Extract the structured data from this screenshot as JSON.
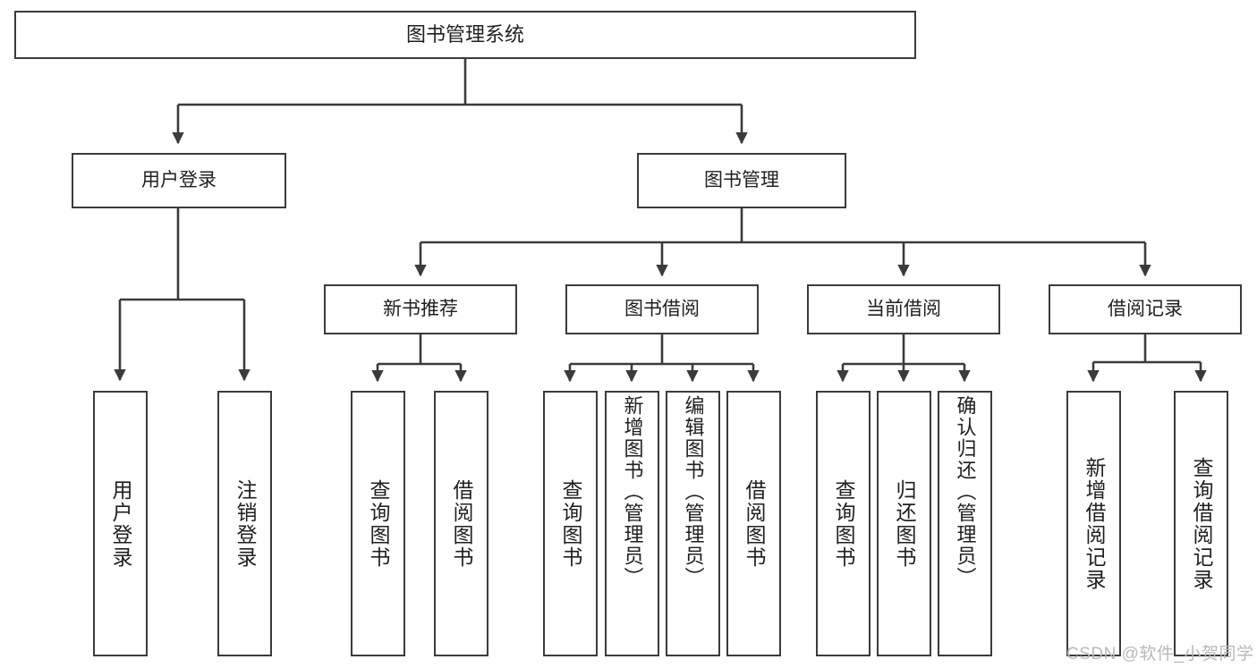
{
  "diagram": {
    "title": "图书管理系统",
    "type": "hierarchy-tree",
    "watermark": "CSDN @软件_小贺同学",
    "colors": {
      "stroke": "#3b3b3b",
      "fill": "#ffffff",
      "text": "#1f1f1f",
      "watermark": "#b9b9b9"
    },
    "levels": {
      "root": "图书管理系统",
      "level2": [
        "用户登录",
        "图书管理"
      ],
      "level3": [
        "新书推荐",
        "图书借阅",
        "当前借阅",
        "借阅记录"
      ]
    },
    "nodes": {
      "root": "图书管理系统",
      "user_login": "用户登录",
      "book_manage": "图书管理",
      "new_book_rec": "新书推荐",
      "book_borrow": "图书借阅",
      "current_borrow": "当前借阅",
      "borrow_record": "借阅记录",
      "leaf_user_login": "用户登录",
      "leaf_logout": "注销登录",
      "leaf_query_book_1": "查询图书",
      "leaf_borrow_book_1": "借阅图书",
      "leaf_query_book_2": "查询图书",
      "leaf_add_book": "新增图书（管理员）",
      "leaf_edit_book": "编辑图书（管理员）",
      "leaf_borrow_book_2": "借阅图书",
      "leaf_query_book_3": "查询图书",
      "leaf_return_book": "归还图书",
      "leaf_confirm_return": "确认归还（管理员）",
      "leaf_add_record": "新增借阅记录",
      "leaf_query_record": "查询借阅记录"
    },
    "tree": [
      {
        "label": "图书管理系统",
        "children": [
          {
            "label": "用户登录",
            "children": [
              {
                "label": "用户登录",
                "children": []
              },
              {
                "label": "注销登录",
                "children": []
              }
            ]
          },
          {
            "label": "图书管理",
            "children": [
              {
                "label": "新书推荐",
                "children": [
                  {
                    "label": "查询图书",
                    "children": []
                  },
                  {
                    "label": "借阅图书",
                    "children": []
                  }
                ]
              },
              {
                "label": "图书借阅",
                "children": [
                  {
                    "label": "查询图书",
                    "children": []
                  },
                  {
                    "label": "新增图书（管理员）",
                    "children": []
                  },
                  {
                    "label": "编辑图书（管理员）",
                    "children": []
                  },
                  {
                    "label": "借阅图书",
                    "children": []
                  }
                ]
              },
              {
                "label": "当前借阅",
                "children": [
                  {
                    "label": "查询图书",
                    "children": []
                  },
                  {
                    "label": "归还图书",
                    "children": []
                  },
                  {
                    "label": "确认归还（管理员）",
                    "children": []
                  }
                ]
              },
              {
                "label": "借阅记录",
                "children": [
                  {
                    "label": "新增借阅记录",
                    "children": []
                  },
                  {
                    "label": "查询借阅记录",
                    "children": []
                  }
                ]
              }
            ]
          }
        ]
      }
    ]
  }
}
